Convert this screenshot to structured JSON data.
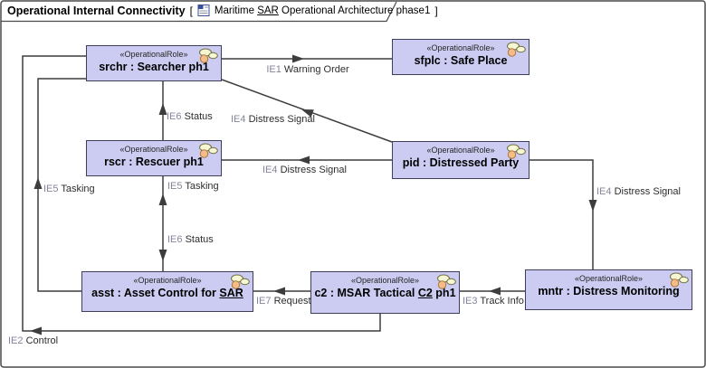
{
  "frame": {
    "title": "Operational Internal Connectivity",
    "bracket_open": "[",
    "bracket_close": "]",
    "subtitle_pre": "Maritime ",
    "subtitle_u": "SAR",
    "subtitle_post": " Operational Architecture phase1"
  },
  "nodes": [
    {
      "key": "srchr",
      "stereotype": "«OperationalRole»",
      "name_pre": "srchr : Searcher ph1",
      "name_u": "",
      "name_post": ""
    },
    {
      "key": "sfplc",
      "stereotype": "«OperationalRole»",
      "name_pre": "sfplc : Safe Place",
      "name_u": "",
      "name_post": ""
    },
    {
      "key": "rscr",
      "stereotype": "«OperationalRole»",
      "name_pre": "rscr : Rescuer ph1",
      "name_u": "",
      "name_post": ""
    },
    {
      "key": "pid",
      "stereotype": "«OperationalRole»",
      "name_pre": "pid : Distressed Party",
      "name_u": "",
      "name_post": ""
    },
    {
      "key": "asst",
      "stereotype": "«OperationalRole»",
      "name_pre": "asst : Asset Control for ",
      "name_u": "SAR",
      "name_post": ""
    },
    {
      "key": "c2",
      "stereotype": "«OperationalRole»",
      "name_pre": "c2 : MSAR Tactical ",
      "name_u": "C2",
      "name_post": " ph1"
    },
    {
      "key": "mntr",
      "stereotype": "«OperationalRole»",
      "name_pre": "mntr : Distress Monitoring",
      "name_u": "",
      "name_post": ""
    }
  ],
  "edges": [
    {
      "id": "IE1",
      "name": "Warning Order",
      "from": "srchr",
      "to": "sfplc"
    },
    {
      "id": "IE4",
      "name": "Distress Signal",
      "from": "pid",
      "to": "srchr"
    },
    {
      "id": "IE4",
      "name": "Distress Signal",
      "from": "pid",
      "to": "rscr"
    },
    {
      "id": "IE6",
      "name": "Status",
      "from": "rscr",
      "to": "srchr"
    },
    {
      "id": "IE5",
      "name": "Tasking",
      "from": "asst",
      "to": "rscr"
    },
    {
      "id": "IE6",
      "name": "Status",
      "from": "rscr",
      "to": "asst"
    },
    {
      "id": "IE5",
      "name": "Tasking",
      "from": "asst",
      "to": "srchr"
    },
    {
      "id": "IE2",
      "name": "Control",
      "from": "c2",
      "to": "srchr"
    },
    {
      "id": "IE7",
      "name": "Request",
      "from": "c2",
      "to": "asst"
    },
    {
      "id": "IE3",
      "name": "Track Info",
      "from": "mntr",
      "to": "c2"
    },
    {
      "id": "IE4",
      "name": "Distress Signal",
      "from": "pid",
      "to": "mntr"
    }
  ],
  "colors": {
    "node_fill": "#ccccf2",
    "node_border": "#3e3e5a",
    "connector": "#3d3d3d",
    "label_id": "#84849a",
    "label_name": "#2d2d2d",
    "icon_bead_yellow": "#f7f7d2",
    "icon_bead_orange": "#f5bd85"
  }
}
